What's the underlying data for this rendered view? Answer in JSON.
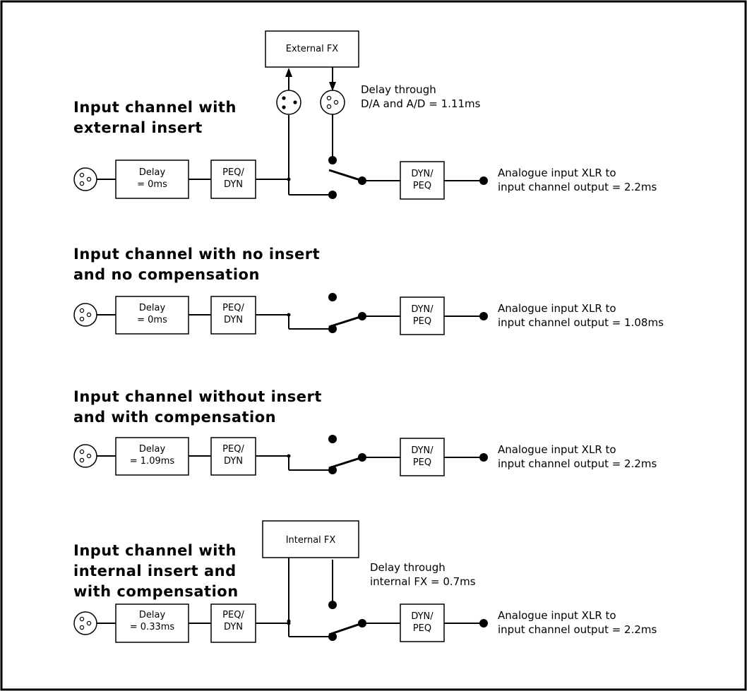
{
  "colors": {
    "line": "#000000",
    "background": "#ffffff"
  },
  "sections": [
    {
      "title_line1": "Input channel with",
      "title_line2": "external insert",
      "delay_line1": "Delay",
      "delay_line2": "= 0ms",
      "peq_line1": "PEQ/",
      "peq_line2": "DYN",
      "dyn_line1": "DYN/",
      "dyn_line2": "PEQ",
      "output_line1": "Analogue input XLR to",
      "output_line2": "input channel output = 2.2ms",
      "fx_label": "External FX",
      "fx_note_line1": "Delay through",
      "fx_note_line2": "D/A and A/D = 1.11ms"
    },
    {
      "title_line1": "Input channel with no insert",
      "title_line2": "and no compensation",
      "delay_line1": "Delay",
      "delay_line2": "= 0ms",
      "peq_line1": "PEQ/",
      "peq_line2": "DYN",
      "dyn_line1": "DYN/",
      "dyn_line2": "PEQ",
      "output_line1": "Analogue input XLR to",
      "output_line2": "input channel output = 1.08ms"
    },
    {
      "title_line1": "Input channel without insert",
      "title_line2": "and with compensation",
      "delay_line1": "Delay",
      "delay_line2": "= 1.09ms",
      "peq_line1": "PEQ/",
      "peq_line2": "DYN",
      "dyn_line1": "DYN/",
      "dyn_line2": "PEQ",
      "output_line1": "Analogue input XLR to",
      "output_line2": "input channel output = 2.2ms"
    },
    {
      "title_line1": "Input channel with",
      "title_line2": "internal insert and",
      "title_line3": "with compensation",
      "delay_line1": "Delay",
      "delay_line2": "= 0.33ms",
      "peq_line1": "PEQ/",
      "peq_line2": "DYN",
      "dyn_line1": "DYN/",
      "dyn_line2": "PEQ",
      "output_line1": "Analogue input XLR to",
      "output_line2": "input channel output = 2.2ms",
      "fx_label": "Internal FX",
      "fx_note_line1": "Delay through",
      "fx_note_line2": "internal FX = 0.7ms"
    }
  ]
}
